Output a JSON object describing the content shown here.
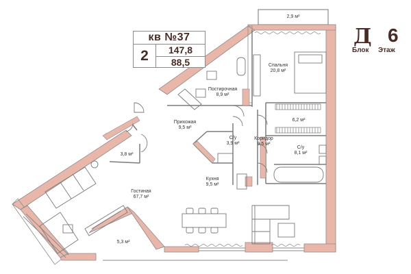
{
  "apartment": {
    "number_label": "кв №37",
    "rooms": "2",
    "total_area": "147,8",
    "living_area": "88,5"
  },
  "building": {
    "block": "Д",
    "block_label": "Блок",
    "floor": "6",
    "floor_label": "Этаж"
  },
  "colors": {
    "wall_fill": "#e9b7aa",
    "wall_stroke": "#8a8a8a",
    "text_dark": "#4a2a24",
    "line": "#7a7a7a"
  },
  "rooms": [
    {
      "name": "",
      "area": "2,9 м²",
      "id": "balcony-top"
    },
    {
      "name": "Спальня",
      "area": "20,8 м²",
      "id": "bedroom"
    },
    {
      "name": "Постирочная",
      "area": "8,9 м²",
      "id": "laundry"
    },
    {
      "name": "",
      "area": "6,2 м²",
      "id": "wardrobe"
    },
    {
      "name": "Прихожая",
      "area": "9,5 м²",
      "id": "hallway"
    },
    {
      "name": "С/у",
      "area": "3,9 м²",
      "id": "bathroom-small"
    },
    {
      "name": "Коридор",
      "area": "9,5 м²",
      "id": "corridor"
    },
    {
      "name": "С/у",
      "area": "8,1 м²",
      "id": "bathroom-large"
    },
    {
      "name": "",
      "area": "3,8 м²",
      "id": "storage"
    },
    {
      "name": "Кухня",
      "area": "9,5 м²",
      "id": "kitchen"
    },
    {
      "name": "Гостиная",
      "area": "67,7 м²",
      "id": "living-room"
    },
    {
      "name": "",
      "area": "5,3 м²",
      "id": "balcony-bottom"
    }
  ]
}
